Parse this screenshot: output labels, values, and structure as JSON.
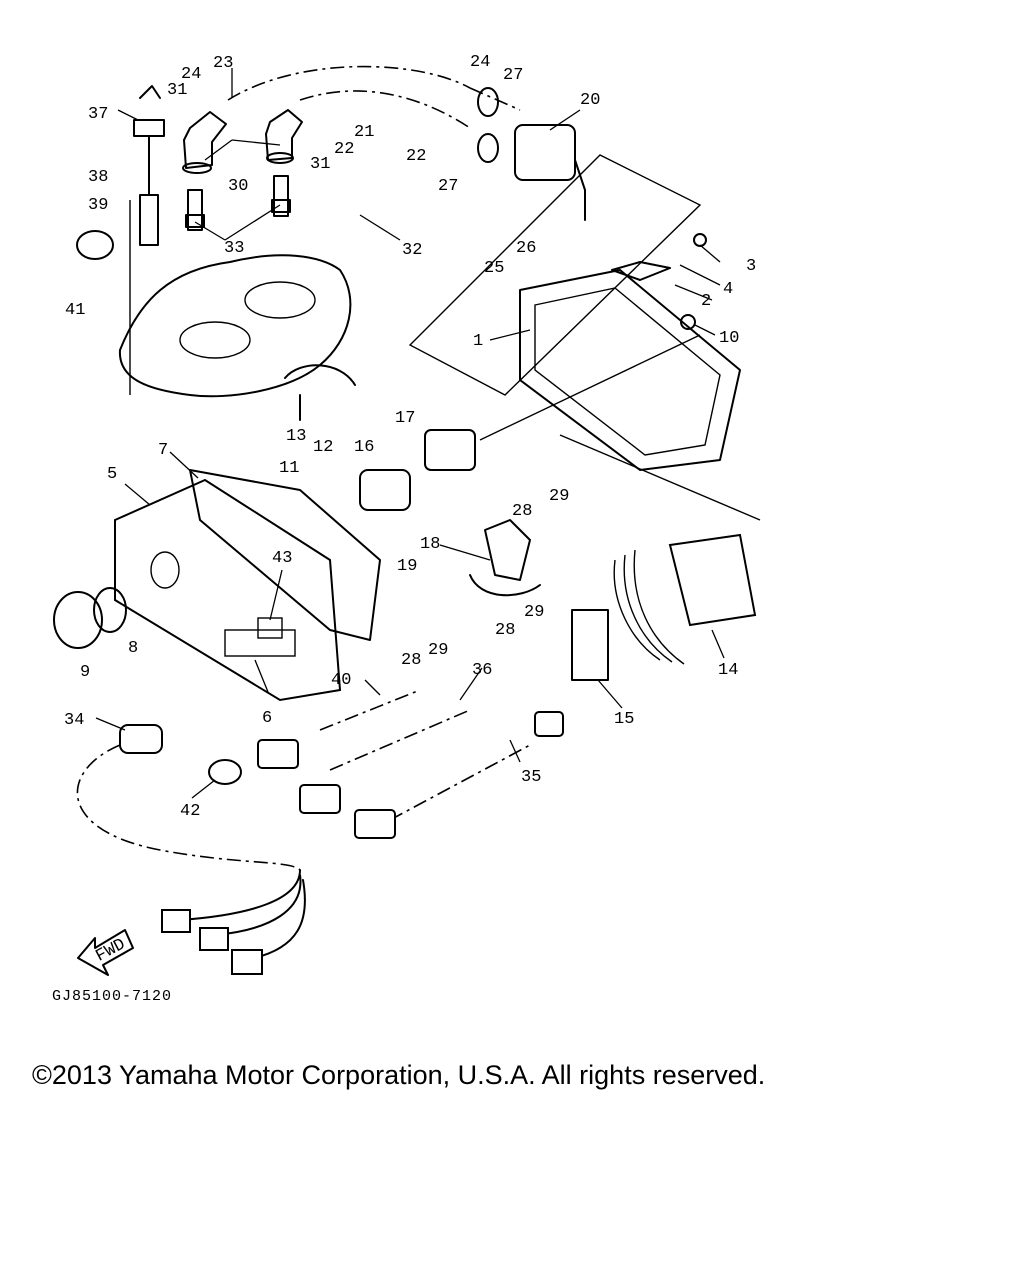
{
  "diagram": {
    "code": "GJ85100-7120",
    "fwd_label": "FWD",
    "callouts": [
      "1",
      "2",
      "3",
      "4",
      "5",
      "6",
      "7",
      "8",
      "9",
      "10",
      "11",
      "12",
      "13",
      "14",
      "15",
      "16",
      "17",
      "18",
      "19",
      "20",
      "21",
      "22",
      "22",
      "23",
      "24",
      "24",
      "25",
      "26",
      "27",
      "27",
      "28",
      "28",
      "28",
      "29",
      "29",
      "29",
      "30",
      "31",
      "31",
      "32",
      "33",
      "34",
      "35",
      "36",
      "37",
      "38",
      "39",
      "40",
      "41",
      "42",
      "43"
    ]
  },
  "footer": {
    "copyright": "©2013 Yamaha Motor Corporation, U.S.A. All rights reserved."
  }
}
